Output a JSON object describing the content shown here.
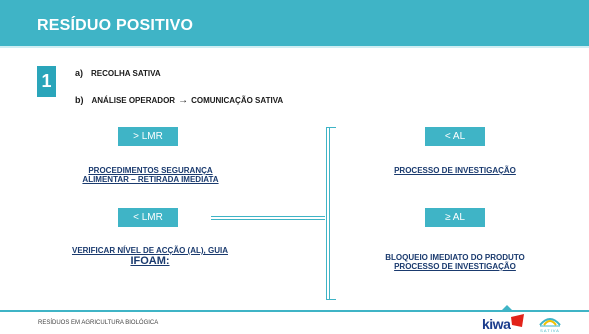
{
  "header": {
    "title": "RESÍDUO POSITIVO"
  },
  "step_number": "1",
  "steps": [
    {
      "letter": "a)",
      "text": "RECOLHA SATIVA"
    },
    {
      "letter": "b)",
      "text_before": "ANÁLISE OPERADOR",
      "arrow": "→",
      "text_after": "COMUNICAÇÃO SATIVA"
    }
  ],
  "left": {
    "pill_top": "> LMR",
    "text_top_line1": "PROCEDIMENTOS SEGURANÇA",
    "text_top_line2": "ALIMENTAR – RETIRADA IMEDIATA",
    "pill_bottom": "< LMR",
    "text_bottom_line1": "VERIFICAR NÍVEL DE ACÇÃO (AL), GUIA",
    "text_bottom_line2": "IFOAM:"
  },
  "right": {
    "pill_top": "< AL",
    "text_top": "PROCESSO DE INVESTIGAÇÃO",
    "pill_bottom": "≥ AL",
    "text_bottom_line1": "BLOQUEIO IMEDIATO DO PRODUTO",
    "text_bottom_line2": "PROCESSO DE INVESTIGAÇÃO"
  },
  "footer": {
    "text": "RESÍDUOS EM AGRICULTURA BIOLÓGICA",
    "logo_kiwa": "kiwa",
    "logo_sativa": "SATIVA"
  },
  "colors": {
    "accent": "#3fb4c6",
    "text_dark": "#1a3a6e"
  }
}
